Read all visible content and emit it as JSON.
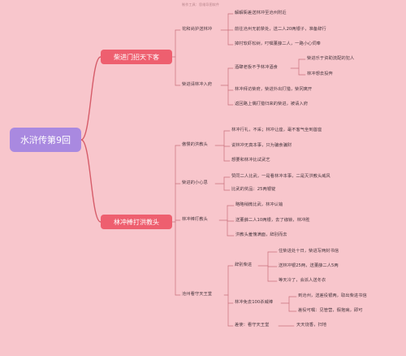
{
  "watermark": "制作工具：思维导图软件",
  "root": "水浒传第9回",
  "topics": [
    {
      "label": "柴进门招天下客",
      "subtopics": [
        {
          "label": "花和尚护送林冲",
          "items": [
            "解解衙差送林冲至沧州附近",
            "前往沧州无前禁处，送二人20两银子，准备辞行",
            "掉村软虾松树，叮嘱董薛二人，一路小心伺奉"
          ]
        },
        {
          "label": "柴进请林冲入府",
          "items": [
            {
              "label": "酒肆老板不予林冲酒食",
              "children": [
                "柴进乐于资助流配的犯人",
                "林冲想去投奔"
              ]
            },
            "林冲拜访柴府，柴进外出打猎，柴冈离开",
            "返回路上偶打猎归来的柴进，被请入府"
          ]
        }
      ]
    },
    {
      "label": "林冲棒打洪教头",
      "subtopics": [
        {
          "label": "傲慢的洪教头",
          "items": [
            "林冲行礼，不采；林冲让座，毫不客气坐到首座",
            "说林冲无真本事，只为骗食骗财",
            "想要和林冲比试武艺"
          ]
        },
        {
          "label": "柴进的小心思",
          "items": [
            "赞同二人比武，一是看林冲本事，二是灭洪教头威风",
            "比武的奖品：25两银锭"
          ]
        },
        {
          "label": "林冲棒打教头",
          "items": [
            "略略稍微比武，林冲认输",
            "送董薛二人10两银，去了枷锁，林冲胜",
            "洪教头羞愧满面，辞别而去"
          ]
        },
        {
          "label": "沧州看守天王堂",
          "items": [
            {
              "label": "辞别柴进",
              "children": [
                "住柴进处十日，柴进写两封书信",
                "送林冲银25两，送董薛二人5两",
                "等天冷了，会派人送冬衣"
              ]
            },
            {
              "label": "林冲免去100杀威棒",
              "children": [
                "到沧州，送差役银两，取出柴进书信",
                "差役可嘱：见管营，假抱病，即可"
              ]
            },
            {
              "label": "差使：看守天王堂",
              "children": [
                "天天烧香，扫地"
              ]
            }
          ]
        }
      ]
    }
  ]
}
